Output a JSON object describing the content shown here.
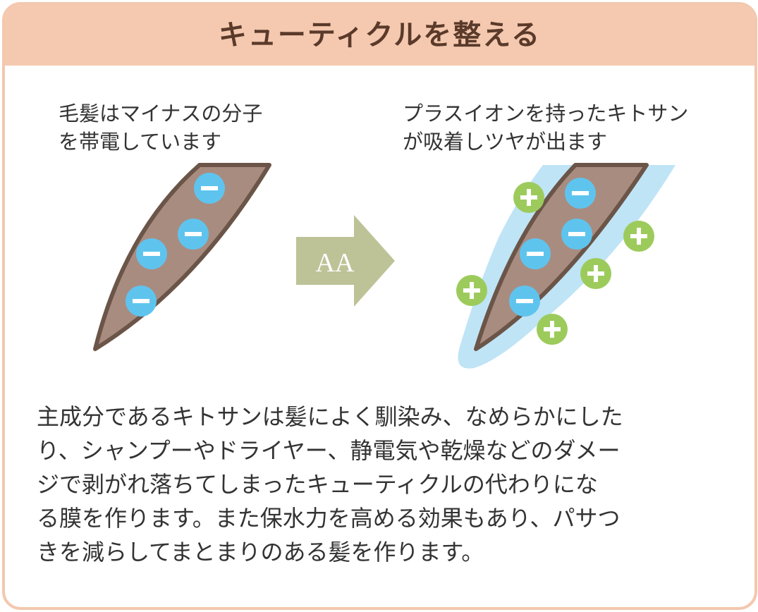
{
  "title": "キューティクルを整える",
  "left_caption": [
    "毛髪はマイナスの分子",
    "を帯電しています"
  ],
  "right_caption": [
    "プラスイオンを持ったキトサン",
    "が吸着しツヤが出ます"
  ],
  "arrow_label": "AA",
  "body": [
    "主成分であるキトサンは髪によく馴染み、なめらかにした",
    "り、シャンプーやドライヤー、静電気や乾燥などのダメー",
    "ジで剥がれ落ちてしまったキューティクルの代わりにな",
    "る膜を作ります。また保水力を高める効果もあり、パサつ",
    "きを減らしてまとまりのある髪を作ります。"
  ],
  "colors": {
    "header": "#f5c9af",
    "border": "#f3c8ae",
    "title_text": "#5a3a2a",
    "hair_fill": "#a98c80",
    "hair_stroke": "#6b5548",
    "minus_ion": "#5ec4ee",
    "plus_ion": "#9ccb5c",
    "coating": "#bfe4f6",
    "arrow": "#bdc397"
  },
  "icons": [
    "minus-ion-icon",
    "plus-ion-icon",
    "arrow-icon"
  ]
}
